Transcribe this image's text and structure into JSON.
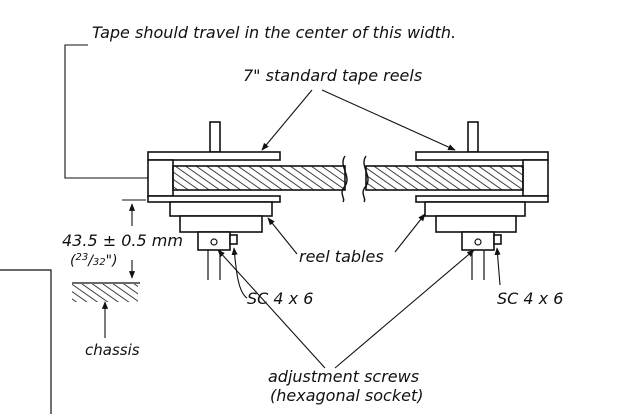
{
  "labels": {
    "top_note": "Tape should travel in the center of this width.",
    "reels": "7\" standard tape reels",
    "height_value": "43.5 ± 0.5 mm",
    "height_inch_open": "(",
    "height_inch_num": "23",
    "height_inch_slash": "/",
    "height_inch_den": "32",
    "height_inch_close": "\")",
    "reel_tables": "reel tables",
    "screw_left": "SC 4 x 6",
    "screw_right": "SC 4 x 6",
    "chassis": "chassis",
    "adjustment_line1": "adjustment screws",
    "adjustment_line2": "(hexagonal socket)"
  }
}
